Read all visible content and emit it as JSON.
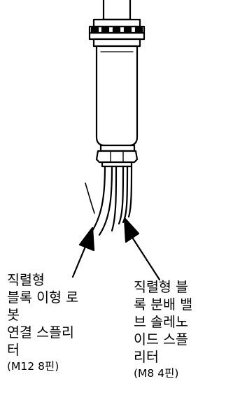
{
  "colors": {
    "stroke": "#000000",
    "fill": "#ffffff"
  },
  "callouts": [
    {
      "lines": [
        "직렬형",
        "블록 이형 로",
        "봇",
        "연결 스플리",
        "터",
        "(M12 8핀)"
      ]
    },
    {
      "lines": [
        "직렬형  블",
        "록 분배 밸",
        "브  솔레노",
        "이드  스플",
        "리터",
        "(M8 4핀)"
      ]
    }
  ]
}
